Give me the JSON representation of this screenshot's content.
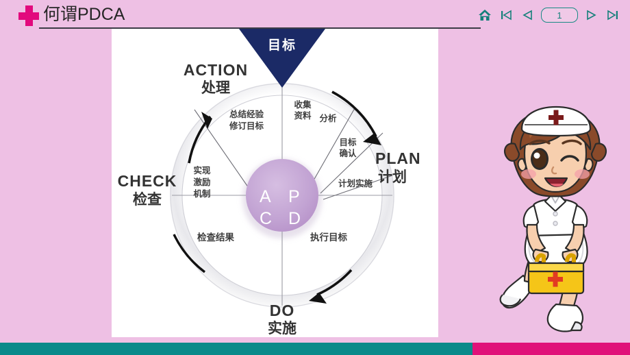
{
  "slide": {
    "title": "何谓PDCA",
    "logo_icon": "red-cross-icon",
    "background_color": "#eec0e4",
    "panel_color": "#ffffff"
  },
  "nav": {
    "home_icon": "home-icon",
    "first_icon": "first-slide-icon",
    "prev_icon": "previous-slide-icon",
    "next_icon": "next-slide-icon",
    "last_icon": "last-slide-icon",
    "page_value": "1",
    "page_placeholder": "1",
    "accent_color": "#14807a"
  },
  "diagram": {
    "type": "pdca-cycle",
    "apex": {
      "label": "目标",
      "fill": "#1b2a66",
      "text_color": "#ffffff"
    },
    "quadrants": [
      {
        "key": "P",
        "letter": "P",
        "en": "PLAN",
        "cn": "计划",
        "position": "right"
      },
      {
        "key": "D",
        "letter": "D",
        "en": "DO",
        "cn": "实施",
        "position": "bottom"
      },
      {
        "key": "C",
        "letter": "C",
        "en": "CHECK",
        "cn": "检查",
        "position": "left"
      },
      {
        "key": "A",
        "letter": "A",
        "en": "ACTION",
        "cn": "处理",
        "position": "top"
      }
    ],
    "spoke_labels": [
      {
        "text": "收集\n资料",
        "quadrant": "P"
      },
      {
        "text": "分析",
        "quadrant": "P"
      },
      {
        "text": "目标\n确认",
        "quadrant": "P"
      },
      {
        "text": "计划实施",
        "quadrant": "P"
      },
      {
        "text": "执行目标",
        "quadrant": "D"
      },
      {
        "text": "检查结果",
        "quadrant": "C"
      },
      {
        "text": "实现\n激励\n机制",
        "quadrant": "A"
      },
      {
        "text": "总结经验\n修订目标",
        "quadrant": "A"
      }
    ],
    "spoke_lines": {
      "collect_line1": "收集",
      "collect_line2": "资料",
      "analyze": "分析",
      "goal_line1": "目标",
      "goal_line2": "确认",
      "plan_exec": "计划实施",
      "do_exec": "执行目标",
      "check_result": "检查结果",
      "incent_line1": "实现",
      "incent_line2": "激励",
      "incent_line3": "机制",
      "summary_line1": "总结经验",
      "summary_line2": "修订目标"
    },
    "center_circle_color": "#c4a6d4",
    "letters": {
      "a": "A",
      "p": "P",
      "c": "C",
      "d": "D"
    }
  },
  "nurse": {
    "alt": "cartoon-nurse-character",
    "cap_cross_color": "#7a1a1a",
    "bag_color": "#f5c518",
    "bag_cross_color": "#e23b22",
    "hair_color": "#8a4a2a",
    "uniform_color": "#ffffff"
  },
  "footer": {
    "left_color": "#0a8a8a",
    "right_color": "#e01179"
  }
}
